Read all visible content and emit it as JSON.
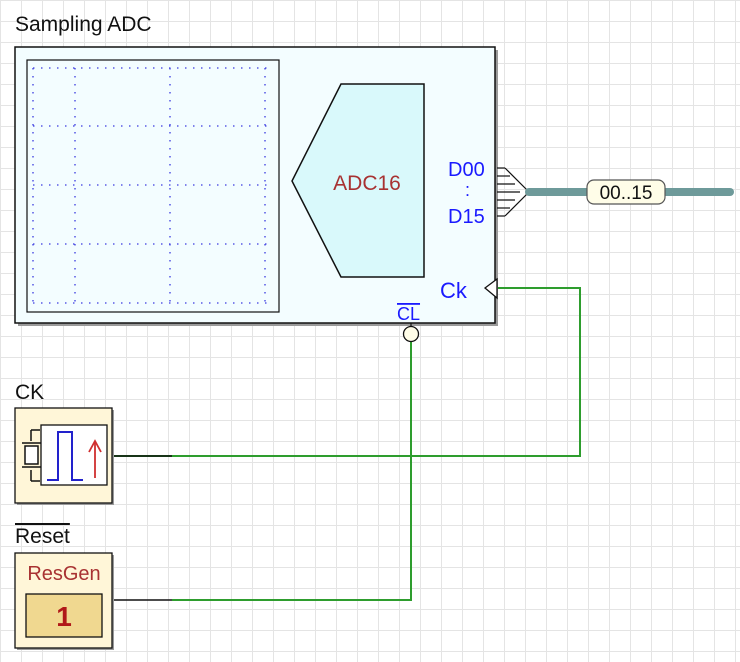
{
  "adc_block": {
    "title": "Sampling ADC",
    "chip_label": "ADC16",
    "pins": {
      "d00": "D00",
      "sep": ":",
      "d15": "D15",
      "ck": "Ck",
      "cl": "CL"
    },
    "bus_label": "00..15"
  },
  "clock_block": {
    "title": "CK"
  },
  "reset_block": {
    "title": "Reset",
    "gen_label": "ResGen",
    "value": "1"
  },
  "colors": {
    "wire": "#2e9d2e",
    "bus": "#6e9a9a",
    "pin_text": "#1a1aff",
    "chip_text": "#a83232",
    "block_fill": "#f3fdff",
    "chip_fill": "#d9f9fb",
    "comp_fill": "#fff6d8"
  }
}
